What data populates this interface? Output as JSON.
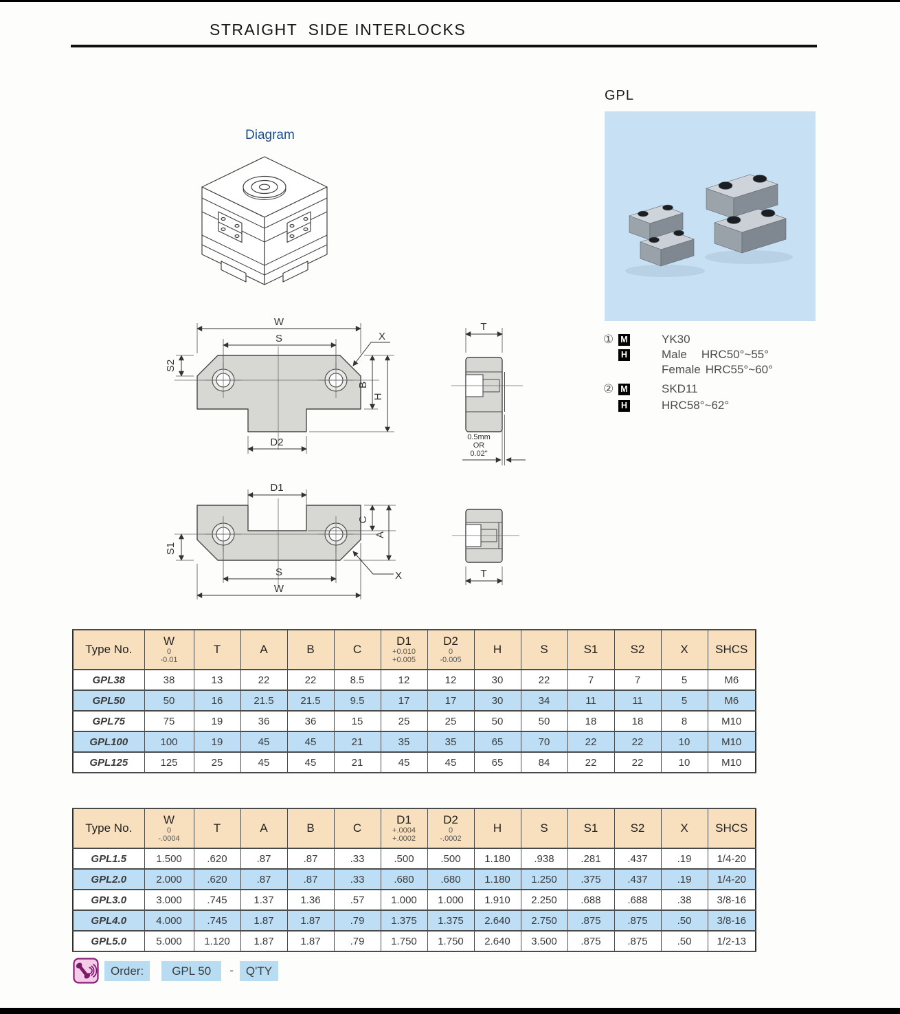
{
  "page": {
    "title": "STRAIGHT  SIDE INTERLOCKS",
    "series_label": "GPL",
    "diagram_label": "Diagram"
  },
  "colors": {
    "table_header_bg": "#F8DFBD",
    "table_alt_row_bg": "#BDDEF4",
    "photo_bg": "#C8E0F3",
    "order_chip_bg": "#B8DCF2",
    "diagram_label_color": "#1B4C8C",
    "phone_icon_bg": "#F4CCE8",
    "phone_icon_fg": "#7B1A6B"
  },
  "materials": {
    "item1": {
      "num": "①",
      "m": "M",
      "name": "YK30",
      "h": "H",
      "male_label": "Male",
      "male_hardness": "HRC50°~55°",
      "female_label": "Female",
      "female_hardness": "HRC55°~60°"
    },
    "item2": {
      "num": "②",
      "m": "M",
      "name": "SKD11",
      "h": "H",
      "hardness": "HRC58°~62°"
    }
  },
  "drawings": {
    "male_top": {
      "w": "W",
      "s": "S",
      "x": "X",
      "s2": "S2",
      "b": "B",
      "h": "H",
      "d2": "D2"
    },
    "male_side": {
      "t": "T",
      "gap1": "0.5mm",
      "gap2": "OR",
      "gap3": "0.02\""
    },
    "female_top": {
      "d1": "D1",
      "c": "C",
      "a": "A",
      "s1": "S1",
      "s": "S",
      "w": "W",
      "x": "X"
    },
    "female_side": {
      "t": "T"
    }
  },
  "metric_table": {
    "headers": {
      "type": "Type No.",
      "w": "W",
      "w_tol": [
        "0",
        "-0.01"
      ],
      "t": "T",
      "a": "A",
      "b": "B",
      "c": "C",
      "d1": "D1",
      "d1_tol": [
        "+0.010",
        "+0.005"
      ],
      "d2": "D2",
      "d2_tol": [
        "0",
        "-0.005"
      ],
      "h": "H",
      "s": "S",
      "s1": "S1",
      "s2": "S2",
      "x": "X",
      "shcs": "SHCS"
    },
    "rows": [
      {
        "type": "GPL38",
        "shaded": false,
        "cells": [
          "38",
          "13",
          "22",
          "22",
          "8.5",
          "12",
          "12",
          "30",
          "22",
          "7",
          "7",
          "5",
          "M6"
        ]
      },
      {
        "type": "GPL50",
        "shaded": true,
        "cells": [
          "50",
          "16",
          "21.5",
          "21.5",
          "9.5",
          "17",
          "17",
          "30",
          "34",
          "11",
          "11",
          "5",
          "M6"
        ]
      },
      {
        "type": "GPL75",
        "shaded": false,
        "cells": [
          "75",
          "19",
          "36",
          "36",
          "15",
          "25",
          "25",
          "50",
          "50",
          "18",
          "18",
          "8",
          "M10"
        ]
      },
      {
        "type": "GPL100",
        "shaded": true,
        "cells": [
          "100",
          "19",
          "45",
          "45",
          "21",
          "35",
          "35",
          "65",
          "70",
          "22",
          "22",
          "10",
          "M10"
        ]
      },
      {
        "type": "GPL125",
        "shaded": false,
        "cells": [
          "125",
          "25",
          "45",
          "45",
          "21",
          "45",
          "45",
          "65",
          "84",
          "22",
          "22",
          "10",
          "M10"
        ]
      }
    ]
  },
  "inch_table": {
    "headers": {
      "type": "Type No.",
      "w": "W",
      "w_tol": [
        "0",
        "-.0004"
      ],
      "t": "T",
      "a": "A",
      "b": "B",
      "c": "C",
      "d1": "D1",
      "d1_tol": [
        "+.0004",
        "+.0002"
      ],
      "d2": "D2",
      "d2_tol": [
        "0",
        "-.0002"
      ],
      "h": "H",
      "s": "S",
      "s1": "S1",
      "s2": "S2",
      "x": "X",
      "shcs": "SHCS"
    },
    "rows": [
      {
        "type": "GPL1.5",
        "shaded": false,
        "cells": [
          "1.500",
          ".620",
          ".87",
          ".87",
          ".33",
          ".500",
          ".500",
          "1.180",
          ".938",
          ".281",
          ".437",
          ".19",
          "1/4-20"
        ]
      },
      {
        "type": "GPL2.0",
        "shaded": true,
        "cells": [
          "2.000",
          ".620",
          ".87",
          ".87",
          ".33",
          ".680",
          ".680",
          "1.180",
          "1.250",
          ".375",
          ".437",
          ".19",
          "1/4-20"
        ]
      },
      {
        "type": "GPL3.0",
        "shaded": false,
        "cells": [
          "3.000",
          ".745",
          "1.37",
          "1.36",
          ".57",
          "1.000",
          "1.000",
          "1.910",
          "2.250",
          ".688",
          ".688",
          ".38",
          "3/8-16"
        ]
      },
      {
        "type": "GPL4.0",
        "shaded": true,
        "cells": [
          "4.000",
          ".745",
          "1.87",
          "1.87",
          ".79",
          "1.375",
          "1.375",
          "2.640",
          "2.750",
          ".875",
          ".875",
          ".50",
          "3/8-16"
        ]
      },
      {
        "type": "GPL5.0",
        "shaded": false,
        "cells": [
          "5.000",
          "1.120",
          "1.87",
          "1.87",
          ".79",
          "1.750",
          "1.750",
          "2.640",
          "3.500",
          ".875",
          ".875",
          ".50",
          "1/2-13"
        ]
      }
    ]
  },
  "order": {
    "label": "Order:",
    "model": "GPL 50",
    "separator": "-",
    "qty": "Q'TY"
  },
  "icons": {
    "order_phone": "telephone-handset-with-sound-waves"
  }
}
